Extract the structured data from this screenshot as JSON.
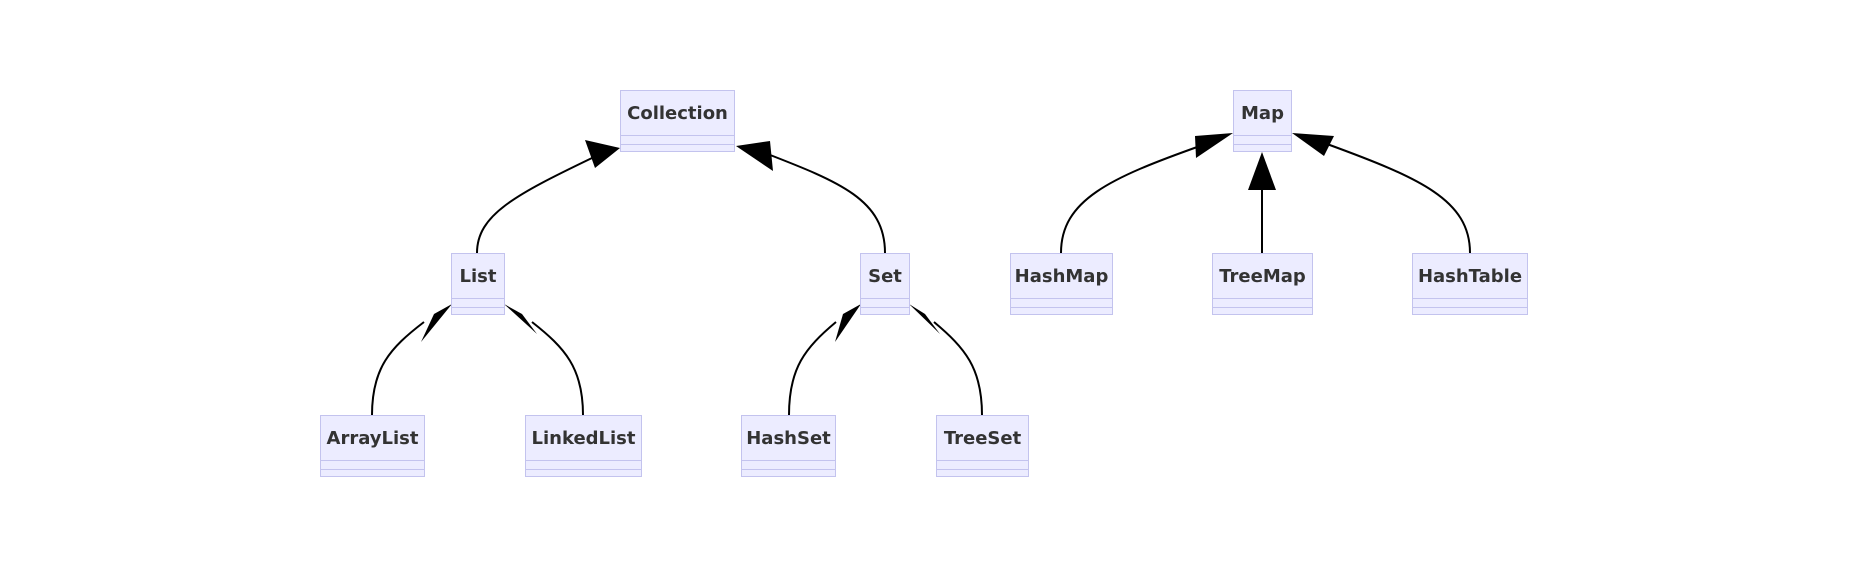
{
  "diagram": {
    "nodes": [
      {
        "id": "collection",
        "label": "Collection"
      },
      {
        "id": "list",
        "label": "List"
      },
      {
        "id": "set",
        "label": "Set"
      },
      {
        "id": "arraylist",
        "label": "ArrayList"
      },
      {
        "id": "linkedlist",
        "label": "LinkedList"
      },
      {
        "id": "hashset",
        "label": "HashSet"
      },
      {
        "id": "treeset",
        "label": "TreeSet"
      },
      {
        "id": "map",
        "label": "Map"
      },
      {
        "id": "hashmap",
        "label": "HashMap"
      },
      {
        "id": "treemap",
        "label": "TreeMap"
      },
      {
        "id": "hashtable",
        "label": "HashTable"
      }
    ],
    "edges": [
      {
        "from": "list",
        "to": "collection",
        "type": "inheritance"
      },
      {
        "from": "set",
        "to": "collection",
        "type": "inheritance"
      },
      {
        "from": "arraylist",
        "to": "list",
        "type": "inheritance"
      },
      {
        "from": "linkedlist",
        "to": "list",
        "type": "inheritance"
      },
      {
        "from": "hashset",
        "to": "set",
        "type": "inheritance"
      },
      {
        "from": "treeset",
        "to": "set",
        "type": "inheritance"
      },
      {
        "from": "hashmap",
        "to": "map",
        "type": "inheritance"
      },
      {
        "from": "treemap",
        "to": "map",
        "type": "inheritance"
      },
      {
        "from": "hashtable",
        "to": "map",
        "type": "inheritance"
      }
    ],
    "colors": {
      "node_fill": "#ECECFF",
      "node_border": "#C3C3EE",
      "edge": "#000000",
      "text": "#333333"
    }
  }
}
